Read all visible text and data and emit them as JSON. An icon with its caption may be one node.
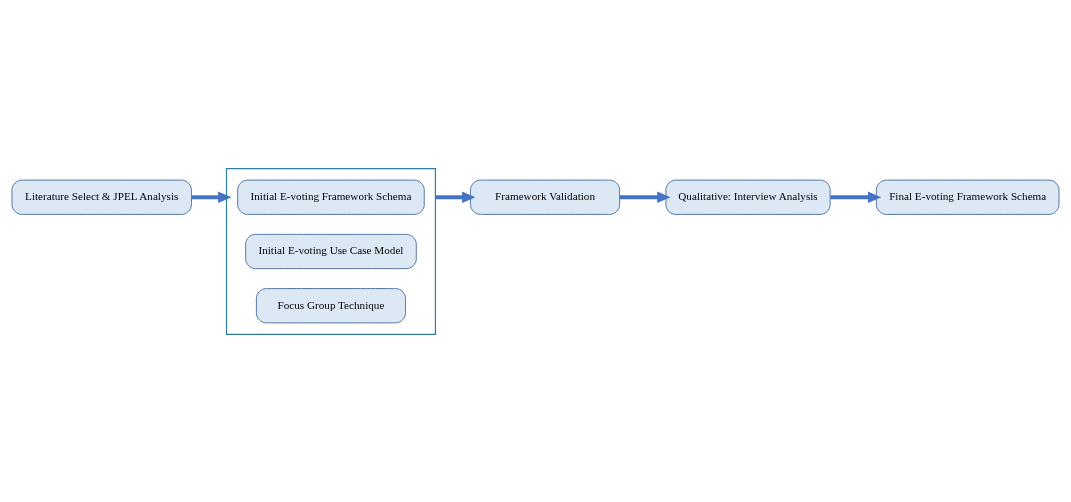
{
  "diagram": {
    "nodes": [
      {
        "text": [
          "Literature Select & JPEL Analysis"
        ]
      },
      {
        "text": [],
        "shape": "box"
      },
      {
        "text": [
          "Initial E-voting Framework Schema"
        ],
        "in": 1
      },
      {
        "text": [
          "Initial E-voting Use Case Model"
        ],
        "in": 1
      },
      {
        "text": [
          "Focus Group Technique"
        ],
        "in": 1
      },
      {
        "text": [
          "Framework Validation"
        ]
      },
      {
        "text": [
          "Qualitative: Interview Analysis"
        ]
      },
      {
        "text": [
          "Final E-voting Framework Schema"
        ]
      }
    ],
    "edges": [
      {
        "from": 0,
        "to": 1,
        "arrow": "to"
      },
      {
        "from": 1,
        "to": 5,
        "arrow": "to"
      },
      {
        "from": 5,
        "to": 6,
        "arrow": "to"
      },
      {
        "from": 6,
        "to": 7,
        "arrow": "to"
      }
    ]
  }
}
